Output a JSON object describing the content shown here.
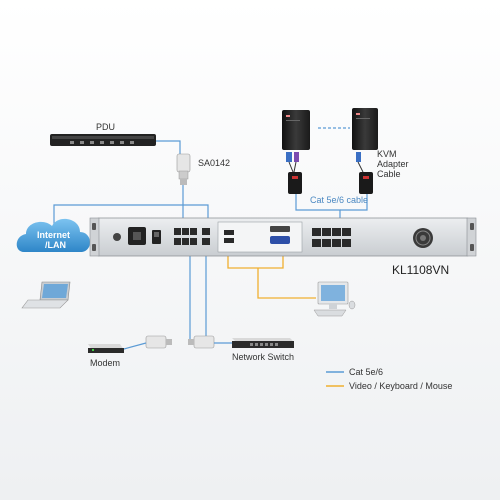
{
  "labels": {
    "pdu": "PDU",
    "adapter": "SA0142",
    "kvm_adapter_line1": "KVM",
    "kvm_adapter_line2": "Adapter",
    "kvm_adapter_line3": "Cable",
    "cat_cable": "Cat 5e/6 cable",
    "internet_line1": "Internet",
    "internet_line2": "/LAN",
    "model": "KL1108VN",
    "modem": "Modem",
    "network_switch": "Network Switch"
  },
  "legend": {
    "items": [
      {
        "label": "Cat 5e/6",
        "color": "#5b9bd5"
      },
      {
        "label": "Video / Keyboard / Mouse",
        "color": "#f0b030"
      }
    ]
  },
  "colors": {
    "cat_line": "#5b9bd5",
    "vkm_line": "#f0b030",
    "cloud": "#4aa3df",
    "device_dark": "#2b2b2b",
    "chassis": "#d9dcdf"
  }
}
